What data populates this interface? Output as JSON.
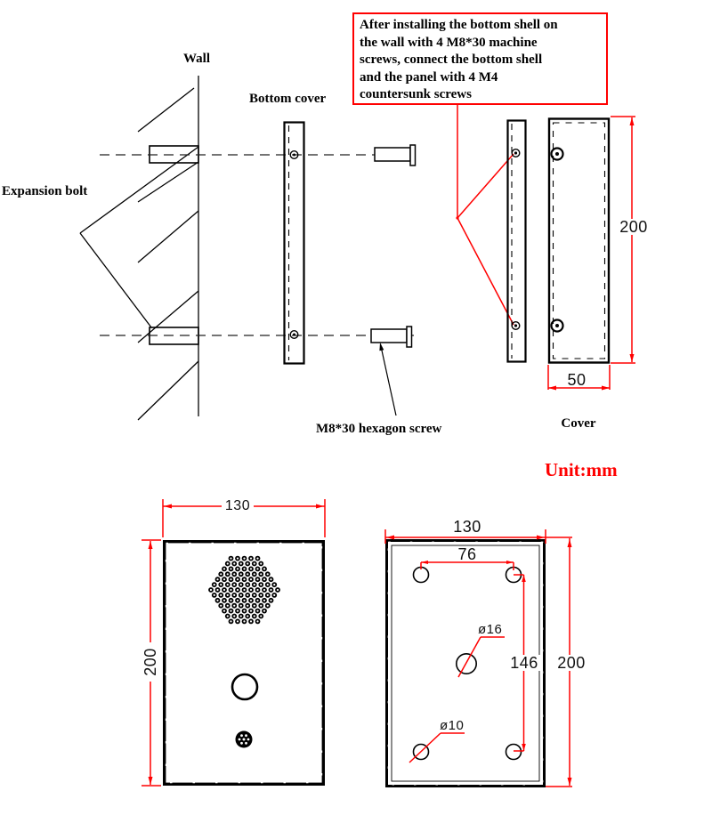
{
  "colors": {
    "accent": "#ff0000",
    "line": "#000000"
  },
  "note": {
    "lines": [
      "After installing the bottom shell on",
      "the wall with 4 M8*30 machine",
      "screws, connect the bottom shell",
      "and the panel with 4 M4",
      "countersunk screws"
    ]
  },
  "labels": {
    "wall": "Wall",
    "expansion_bolt": "Expansion bolt",
    "bottom_cover": "Bottom cover",
    "hex_screw": "M8*30 hexagon screw",
    "cover": "Cover",
    "unit": "Unit:mm"
  },
  "dimensions": {
    "cover_height": "200",
    "cover_width": "50",
    "front_width": "130",
    "front_height": "200",
    "rear_width": "130",
    "rear_hole_spacing_x": "76",
    "rear_hole_spacing_y": "146",
    "rear_height": "200",
    "center_hole": "ø16",
    "mount_hole": "ø10"
  },
  "front_panel": {
    "grille_rows": [
      5,
      6,
      7,
      8,
      9,
      10,
      11,
      10,
      9,
      8,
      7,
      6,
      5
    ]
  }
}
